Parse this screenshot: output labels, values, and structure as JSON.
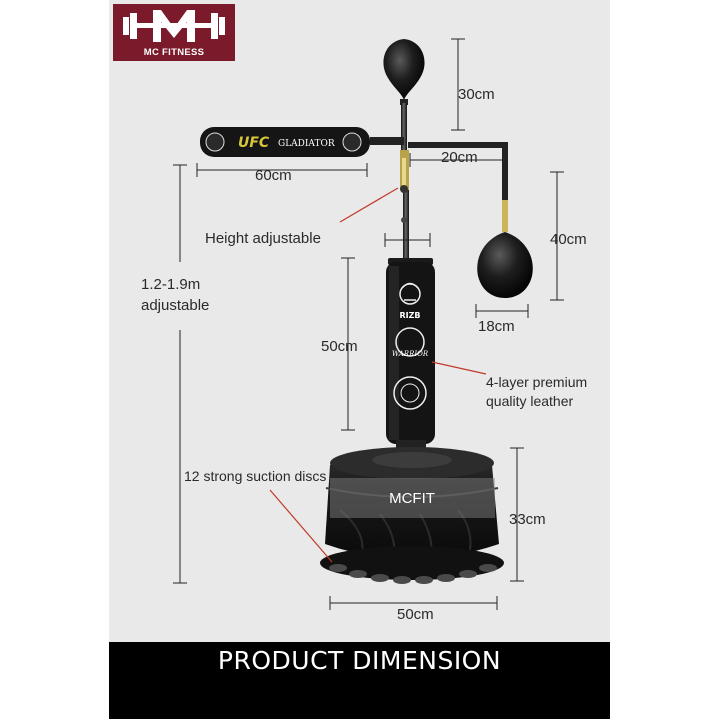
{
  "logo": {
    "brand": "MC FITNESS",
    "monogram": "M"
  },
  "labels": {
    "top_bag_height": "30cm",
    "arm_length": "20cm",
    "crossbar_length": "60cm",
    "height_adjustable": "Height adjustable",
    "side_arm_height": "40cm",
    "total_height": "1.2-1.9m",
    "total_height_note": "adjustable",
    "bag_width": "18cm",
    "column_height": "50cm",
    "leather_line1": "4-layer premium",
    "leather_line2": "quality leather",
    "suction": "12 strong suction discs",
    "base_height": "33cm",
    "base_width": "50cm"
  },
  "product": {
    "crossbar_brand": "UFC",
    "crossbar_model": "GLADIATOR",
    "column_brand": "RIZB",
    "column_mark": "WARRIOR",
    "base_mark": "MCFIT"
  },
  "banner": {
    "title": "PRODUCT DIMENSION"
  },
  "colors": {
    "logo_bg": "#7b1a2b",
    "stage_bg": "#e9e9e9",
    "banner_bg": "#000000",
    "accent_gold": "#d8c63a",
    "leader_red": "#c0392b"
  }
}
